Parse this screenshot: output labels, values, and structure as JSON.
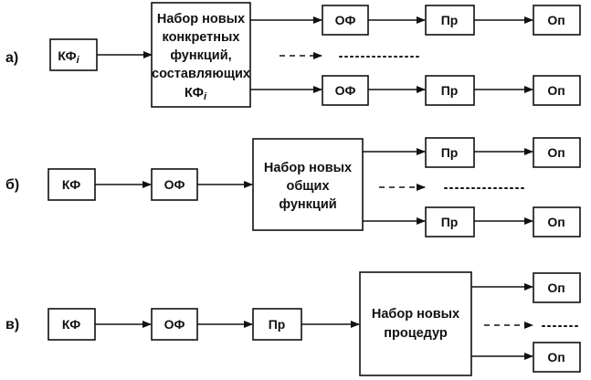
{
  "rows": {
    "a": {
      "label": "а)",
      "kf": "КФ",
      "kf_sub": "i",
      "set_lines": [
        "Набор новых",
        "конкретных",
        "функций,",
        "составляющих",
        "КФ"
      ],
      "set_sub": "i",
      "of1": "ОФ",
      "pr1": "Пр",
      "op1": "Оп",
      "of2": "ОФ",
      "pr2": "Пр",
      "op2": "Оп",
      "dots": "............"
    },
    "b": {
      "label": "б)",
      "kf": "КФ",
      "of": "ОФ",
      "set_lines": [
        "Набор новых",
        "общих",
        "функций"
      ],
      "pr1": "Пр",
      "op1": "Оп",
      "pr2": "Пр",
      "op2": "Оп",
      "dots": "............"
    },
    "c": {
      "label": "в)",
      "kf": "КФ",
      "of": "ОФ",
      "pr": "Пр",
      "set_lines": [
        "Набор новых",
        "процедур"
      ],
      "op1": "Оп",
      "op2": "Оп",
      "dots": "......"
    }
  }
}
